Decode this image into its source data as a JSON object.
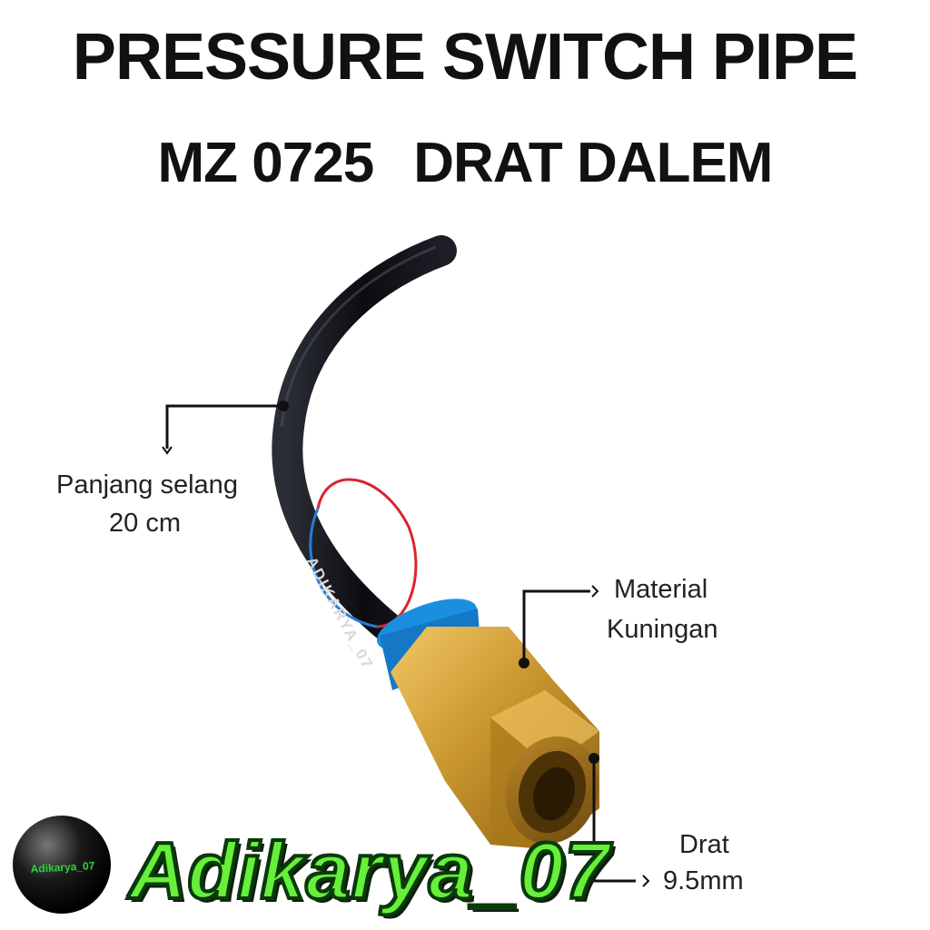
{
  "heading": {
    "title": "PRESSURE SWITCH PIPE",
    "model": "MZ 0725",
    "thread_type": "DRAT DALEM"
  },
  "callouts": {
    "hose_length_label": "Panjang selang",
    "hose_length_value": "20 cm",
    "material_label": "Material",
    "material_value": "Kuningan",
    "thread_label": "Drat",
    "thread_value": "9.5mm"
  },
  "watermark": "ADIKARYA_07",
  "brand": {
    "name": "Adikarya_07",
    "ball_text": "Adikarya_07"
  },
  "colors": {
    "hose": "#101014",
    "brass": "#c9962e",
    "collar": "#1a8fe0",
    "brand_green": "#66f03a"
  }
}
